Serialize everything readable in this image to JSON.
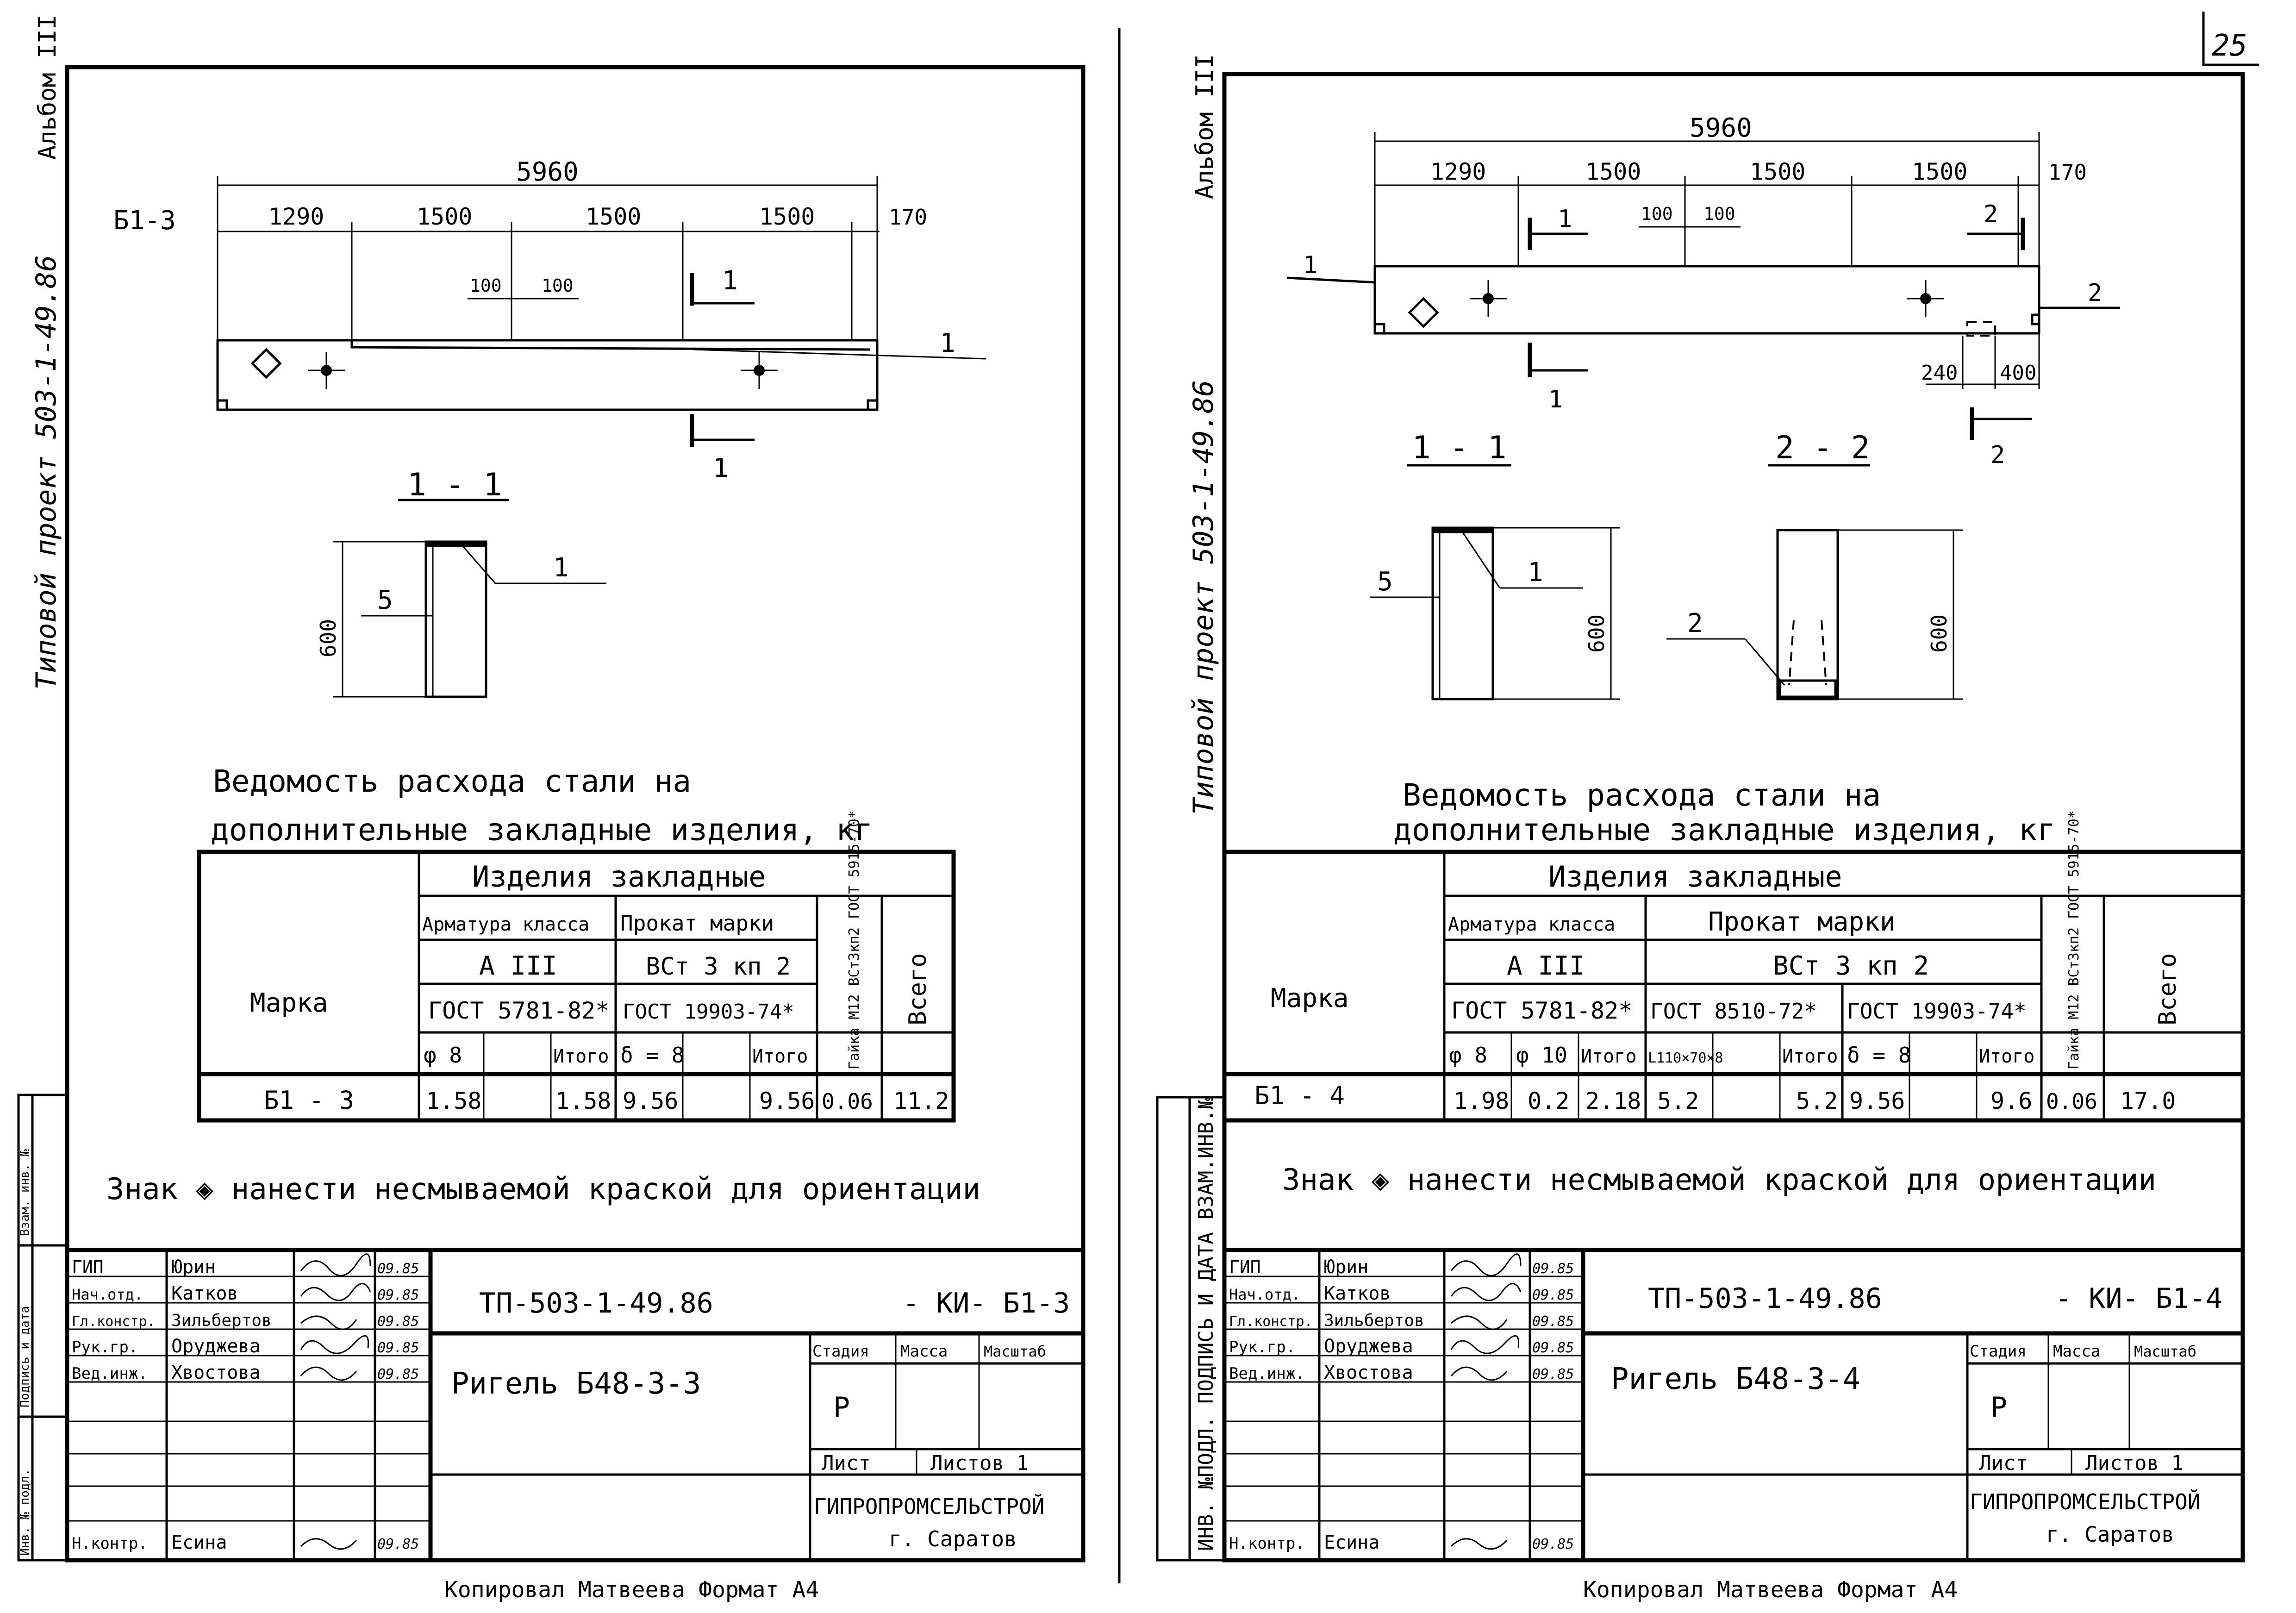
{
  "page_number": "25",
  "stamp_labels": {
    "left_a": "Инв. № подл.",
    "left_b": "Подпись и дата",
    "left_c": "Взам. инв. №",
    "right": "ИНВ. №ПОДЛ. ПОДПИСЬ И ДАТА ВЗАМ.ИНВ.№"
  },
  "sheets": [
    {
      "side_title": "Типовой проект 503-1-49.86",
      "album": "Альбом III",
      "beam_mark": "Б1-3",
      "dims": {
        "total": "5960",
        "spans": [
          "1290",
          "1500",
          "1500",
          "1500",
          "170"
        ],
        "small": [
          "100",
          "100"
        ],
        "end": []
      },
      "callouts": [
        "1",
        "1",
        "1",
        "1",
        "5",
        "600"
      ],
      "section_titles": [
        "1 - 1"
      ],
      "table": {
        "title_line1": "Ведомость расхода стали на",
        "title_line2": "дополнительные закладные изделия, кг",
        "header_marka": "Марка",
        "header_group": "Изделия закладные",
        "header_arm": "Арматура класса",
        "header_arm_class": "А III",
        "header_arm_gost": "ГОСТ 5781-82*",
        "header_prokat": "Прокат марки",
        "header_prokat_grade": "ВСт 3 кп 2",
        "header_prokat_gosts": [
          "ГОСТ 19903-74*"
        ],
        "header_nut": "Гайка М12 ВСт3кп2 ГОСТ 5915-70*",
        "header_total": "Всего",
        "sub_headers": [
          "φ 8",
          "",
          "Итого",
          "δ = 8",
          "",
          "Итого"
        ],
        "row": [
          "Б1 - 3",
          "1.58",
          "",
          "1.58",
          "9.56",
          "",
          "9.56",
          "0.06",
          "11.2"
        ]
      },
      "note": "Знак ◈ нанести несмываемой краской для ориентации",
      "title_block": {
        "people": [
          {
            "role": "ГИП",
            "name": "Юрин",
            "date": "09.85"
          },
          {
            "role": "Нач.отд.",
            "name": "Катков",
            "date": "09.85"
          },
          {
            "role": "Гл.констр.",
            "name": "Зильбертов",
            "date": "09.85"
          },
          {
            "role": "Рук.гр.",
            "name": "Оруджева",
            "date": "09.85"
          },
          {
            "role": "Вед.инж.",
            "name": "Хвостова",
            "date": "09.85"
          },
          {
            "role": "Н.контр.",
            "name": "Есина",
            "date": "09.85"
          }
        ],
        "doc_code": "ТП-503-1-49.86",
        "sheet_code": "- КИ- Б1-3",
        "drawing_title": "Ригель Б48-3-3",
        "stage_label": "Стадия",
        "mass_label": "Масса",
        "scale_label": "Масштаб",
        "stage_value": "Р",
        "sheet_label": "Лист",
        "sheets_label": "Листов 1",
        "org": "ГИПРОПРОМСЕЛЬСТРОЙ",
        "city": "г. Саратов"
      },
      "footer": "Копировал Матвеева         Формат А4"
    },
    {
      "side_title": "Типовой проект 503-1-49.86",
      "album": "Альбом III",
      "beam_mark": "",
      "dims": {
        "total": "5960",
        "spans": [
          "1290",
          "1500",
          "1500",
          "1500",
          "170"
        ],
        "small": [
          "100",
          "100"
        ],
        "end": [
          "240",
          "400"
        ]
      },
      "callouts": [
        "1",
        "1",
        "1",
        "2",
        "2",
        "2",
        "1",
        "5",
        "2",
        "600",
        "600"
      ],
      "section_titles": [
        "1 - 1",
        "2 - 2"
      ],
      "table": {
        "title_line1": "Ведомость расхода стали на",
        "title_line2": "дополнительные закладные изделия, кг",
        "header_marka": "Марка",
        "header_group": "Изделия закладные",
        "header_arm": "Арматура класса",
        "header_arm_class": "А III",
        "header_arm_gost": "ГОСТ 5781-82*",
        "header_prokat": "Прокат марки",
        "header_prokat_grade": "ВСт 3 кп 2",
        "header_prokat_gosts": [
          "ГОСТ 8510-72*",
          "ГОСТ 19903-74*"
        ],
        "header_nut": "Гайка М12 ВСт3кп2 ГОСТ 5915-70*",
        "header_total": "Всего",
        "sub_headers": [
          "φ 8",
          "φ 10",
          "Итого",
          "L110×70×8",
          "",
          "Итого",
          "δ = 8",
          "",
          "Итого"
        ],
        "row": [
          "Б1 - 4",
          "1.98",
          "0.2",
          "2.18",
          "5.2",
          "",
          "5.2",
          "9.56",
          "",
          "9.6",
          "0.06",
          "17.0"
        ]
      },
      "note": "Знак ◈ нанести несмываемой краской для ориентации",
      "title_block": {
        "people": [
          {
            "role": "ГИП",
            "name": "Юрин",
            "date": "09.85"
          },
          {
            "role": "Нач.отд.",
            "name": "Катков",
            "date": "09.85"
          },
          {
            "role": "Гл.констр.",
            "name": "Зильбертов",
            "date": "09.85"
          },
          {
            "role": "Рук.гр.",
            "name": "Оруджева",
            "date": "09.85"
          },
          {
            "role": "Вед.инж.",
            "name": "Хвостова",
            "date": "09.85"
          },
          {
            "role": "Н.контр.",
            "name": "Есина",
            "date": "09.85"
          }
        ],
        "doc_code": "ТП-503-1-49.86",
        "sheet_code": "- КИ- Б1-4",
        "drawing_title": "Ригель Б48-3-4",
        "stage_label": "Стадия",
        "mass_label": "Масса",
        "scale_label": "Масштаб",
        "stage_value": "Р",
        "sheet_label": "Лист",
        "sheets_label": "Листов 1",
        "org": "ГИПРОПРОМСЕЛЬСТРОЙ",
        "city": "г. Саратов"
      },
      "footer": "Копировал Матвеева         Формат А4"
    }
  ]
}
